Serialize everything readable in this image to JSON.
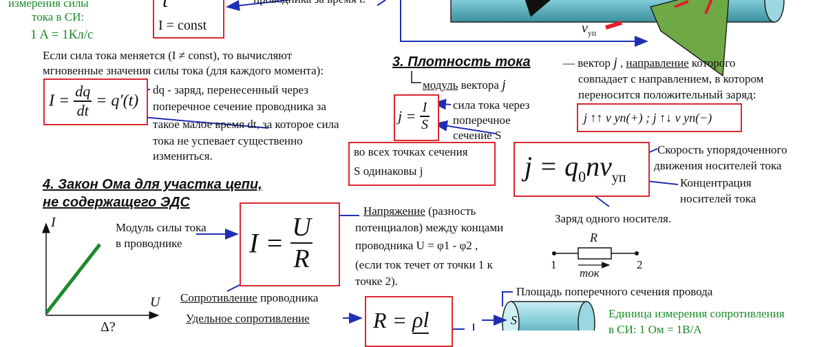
{
  "colors": {
    "box": "#d9272e",
    "arrow": "#1f2fb4",
    "green": "#1a8a2a",
    "wire": "#7ecad6",
    "cone": "#6fa946"
  },
  "units_top": {
    "line1": "измерения силы",
    "line2": "тока в СИ:",
    "unit": "1 A = 1Кл/с"
  },
  "const_box": {
    "text": "I = const"
  },
  "top_fragment": {
    "text": "проводника за время t."
  },
  "velocity_label": {
    "v": "v",
    "sub": "уп"
  },
  "variable_current": {
    "line1": "Если сила тока меняется (I ≠ const), то вычисляют",
    "line2": "мгновенные значения силы тока (для каждого момента):"
  },
  "dq_formula": {
    "lhs": "I =",
    "num": "dq",
    "den": "dt",
    "rhs": "= q′(t)"
  },
  "dq_text": {
    "line1": "dq - заряд, перенесенный через",
    "line2": "поперечное сечение проводника за",
    "line3": "такое малое время dt, за которое сила",
    "line4": "тока не успевает существенно",
    "line5": "измениться."
  },
  "density": {
    "heading": "3. Плотность тока",
    "dash": "— вектор",
    "vec": "j",
    "dir_word": "направление",
    "dir_rest": "которого",
    "line2": "совпадает с направлением, в котором",
    "line3": "переносится положительный заряд:",
    "modulus_word": "модуль",
    "modulus_rest": "вектора",
    "directions": "j ↑↑ v уп(+) ; j ↑↓ v уп(−)"
  },
  "density_formula": {
    "lhs": "j =",
    "num": "I",
    "den": "S"
  },
  "density_note": {
    "line1": "сила тока через",
    "line2": "поперечное",
    "line3": "сечение S"
  },
  "equal_box": {
    "line1": "во всех точках сечения",
    "line2": "S одинаковы j"
  },
  "big_density": {
    "lhs": "j = q",
    "sub0": "0",
    "n": "n",
    "v": "v",
    "subup": "уп"
  },
  "big_density_notes": {
    "speed1": "Скорость упорядоченного",
    "speed2": "движения носителей тока",
    "conc1": "Концентрация",
    "conc2": "носителей тока",
    "charge": "Заряд одного носителя."
  },
  "ohm": {
    "heading1": "4. Закон Ома для участка цепи,",
    "heading2": "не содержащего ЭДС",
    "lhs": "I =",
    "num": "U",
    "den": "R",
    "modulus1": "Модуль силы тока",
    "modulus2": "в проводнике",
    "voltage_word": "Напряжение",
    "voltage_rest": "(разность",
    "voltage2": "потенциалов) между концами",
    "voltage3": "проводника U = φ1 - φ2 ,",
    "voltage4": "(если ток течет от точки 1 к",
    "voltage5": "точке 2).",
    "resist_word": "Сопротивление",
    "resist_rest": "проводника",
    "specific": "Удельное сопротивление"
  },
  "graph": {
    "y_axis": "I",
    "x_axis": "U"
  },
  "resistor": {
    "label": "R",
    "p1": "1",
    "p2": "2",
    "tok": "ток"
  },
  "cross_section": {
    "text": "Площадь поперечного сечения провода",
    "s": "S"
  },
  "r_formula": {
    "lhs": "R =",
    "num": "ρl"
  },
  "ohm_unit": {
    "line1": "Единица измерения сопротивления",
    "line2": "в СИ: 1 Ом = 1В/А"
  },
  "bottom_fragment": {
    "text": "Δ?"
  }
}
